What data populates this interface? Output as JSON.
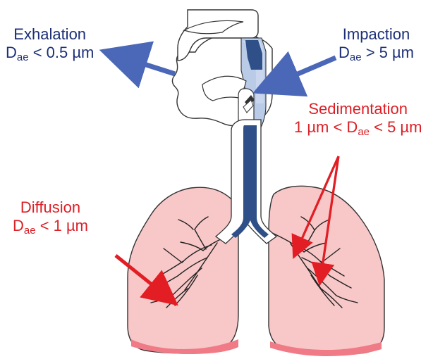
{
  "colors": {
    "blue_text": "#1c2f78",
    "red_text": "#dc1f26",
    "blue_arrow": "#4a67b8",
    "red_arrow": "#e21d24",
    "lung_fill": "#f8c7c8",
    "lung_base": "#f07a86",
    "airway_dark": "#2f4f88",
    "airway_light": "#b9cbe7"
  },
  "labels": {
    "exhalation": {
      "title": "Exhalation",
      "symbol": "D",
      "subscript": "ae",
      "condition": " < 0.5 µm"
    },
    "impaction": {
      "title": "Impaction",
      "symbol": "D",
      "subscript": "ae",
      "condition": " > 5 µm"
    },
    "sedimentation": {
      "title": "Sedimentation",
      "prefix": "1 µm < D",
      "subscript": "ae",
      "suffix": " < 5 µm"
    },
    "diffusion": {
      "title": "Diffusion",
      "symbol": "D",
      "subscript": "ae",
      "condition": " < 1 µm"
    }
  },
  "icons": {
    "exhalation_arrow": "arrow-left-icon",
    "impaction_arrow": "arrow-down-left-icon",
    "sedimentation_arrows": "arrow-icon",
    "diffusion_arrow": "arrow-down-right-icon"
  }
}
